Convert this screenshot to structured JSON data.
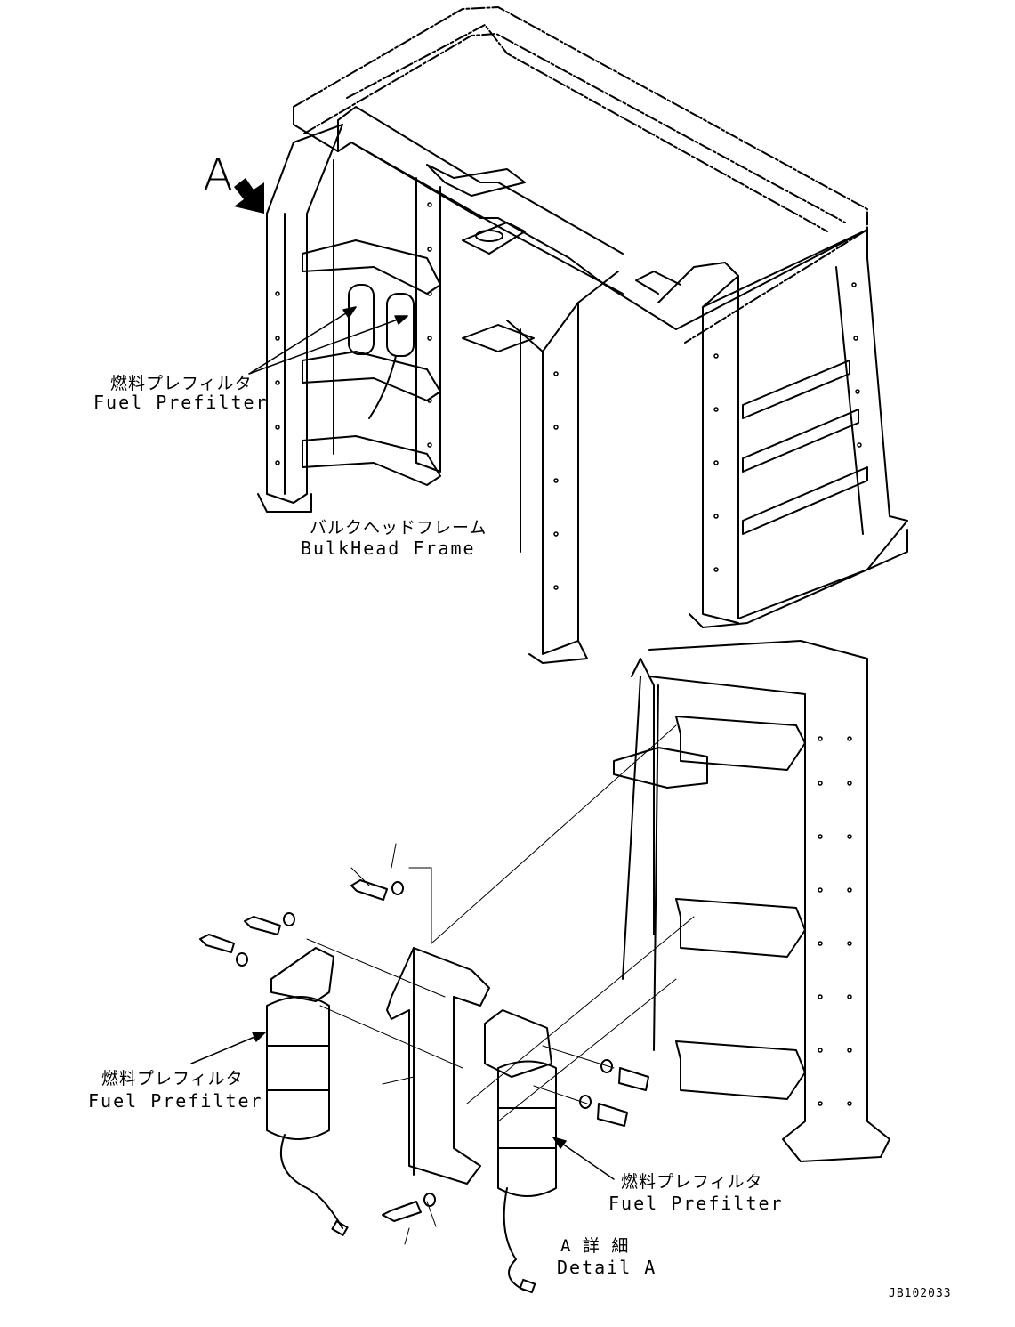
{
  "view_marker": "A",
  "top_view": {
    "callouts": [
      {
        "jp": "燃料プレフィルタ",
        "en": "Fuel Prefilter"
      },
      {
        "jp": "バルクヘッドフレーム",
        "en": "BulkHead Frame"
      }
    ]
  },
  "detail_view": {
    "callouts": [
      {
        "jp": "燃料プレフィルタ",
        "en": "Fuel Prefilter"
      },
      {
        "jp": "燃料プレフィルタ",
        "en": "Fuel Prefilter"
      }
    ],
    "detail_title": {
      "jp": "A 詳 細",
      "en": "Detail A"
    }
  },
  "drawing_code": "JB102033"
}
